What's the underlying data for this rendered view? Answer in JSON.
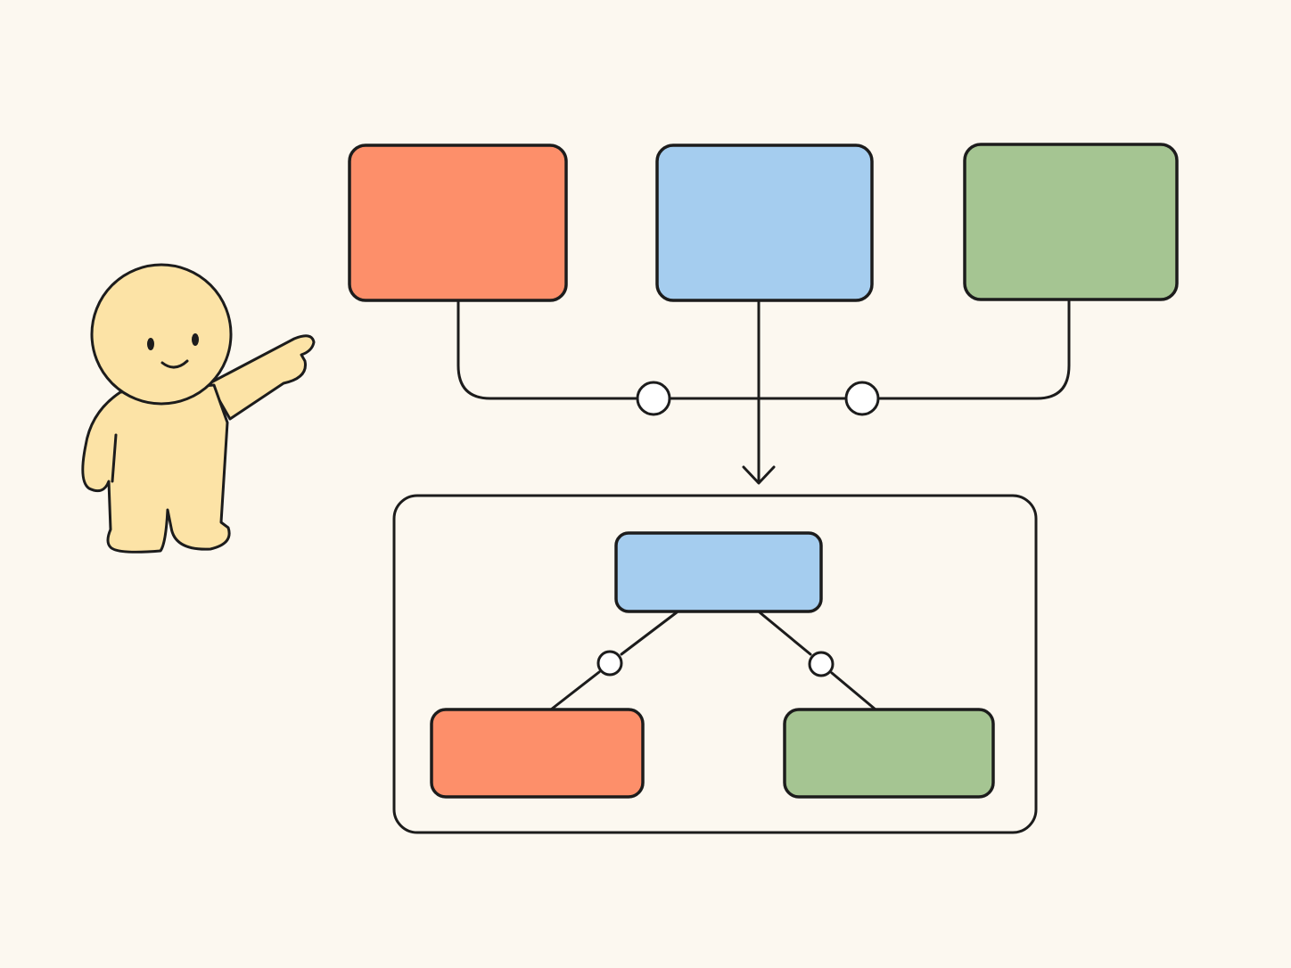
{
  "diagram": {
    "colors": {
      "background": "#fcf8f0",
      "stroke": "#1c1c1c",
      "orange": "#fd8f6a",
      "blue": "#a5cdef",
      "green": "#a5c592",
      "character": "#fce3a6",
      "connector_fill": "#ffffff"
    },
    "top_boxes": [
      {
        "id": "top-orange",
        "color": "orange"
      },
      {
        "id": "top-blue",
        "color": "blue"
      },
      {
        "id": "top-green",
        "color": "green"
      }
    ],
    "merge_nodes": 2,
    "container": {
      "root": {
        "color": "blue"
      },
      "children": [
        {
          "id": "child-orange",
          "color": "orange"
        },
        {
          "id": "child-green",
          "color": "green"
        }
      ]
    },
    "character": {
      "icon": "pointing-person-icon",
      "gesture": "pointing-right"
    }
  }
}
